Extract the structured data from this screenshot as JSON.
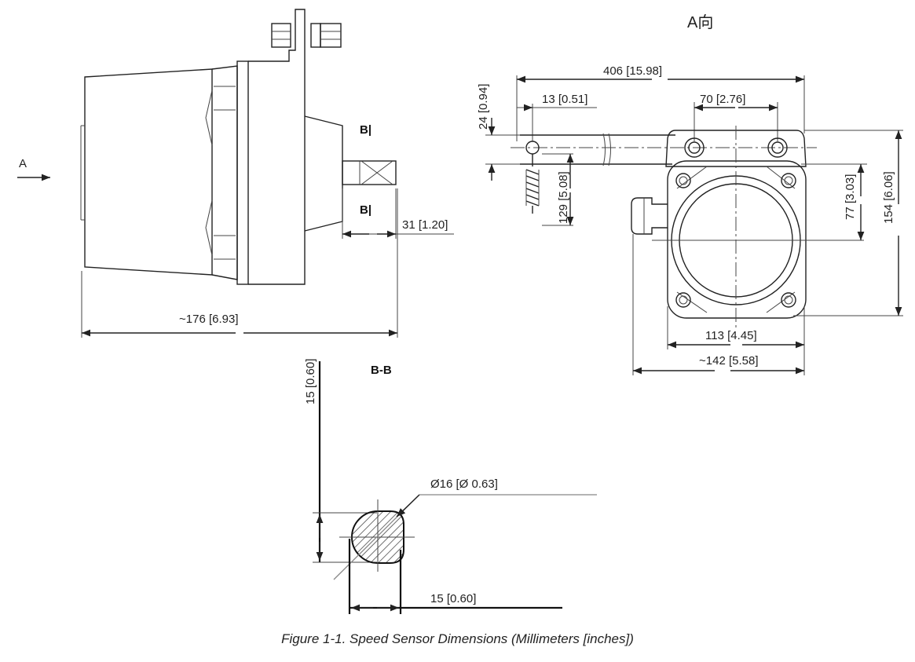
{
  "caption": "Figure 1-1. Speed Sensor Dimensions (Millimeters [inches])",
  "side_view": {
    "view_arrow_label": "A",
    "section_mark_top": "B|",
    "section_mark_bottom": "B|",
    "dim_length": "~176 [6.93]",
    "dim_shaft": "31 [1.20]"
  },
  "front_view": {
    "title": "A向",
    "dim_overall_width": "406 [15.98]",
    "dim_pivot": "13 [0.51]",
    "dim_hole_spacing": "70 [2.76]",
    "dim_offset": "24 [0.94]",
    "dim_spring": "129 [5.08]",
    "dim_center_height": "77 [3.03]",
    "dim_total_height": "154 [6.06]",
    "dim_bolt_width": "113 [4.45]",
    "dim_body_width": "~142 [5.58]"
  },
  "section_view": {
    "title": "B-B",
    "dim_vertical": "15 [0.60]",
    "dim_horizontal": "15 [0.60]",
    "dim_diameter": "Ø16  [Ø  0.63]"
  }
}
